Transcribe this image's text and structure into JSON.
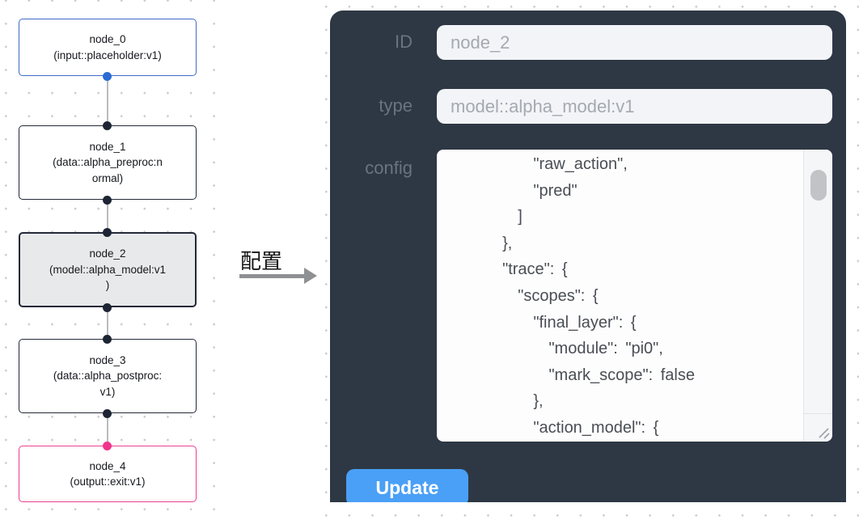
{
  "graph": {
    "nodes": [
      {
        "id": "node_0",
        "type": "input::placeholder:v1",
        "lines": [
          "node_0",
          "(input::placeholder:v1)"
        ]
      },
      {
        "id": "node_1",
        "type": "data::alpha_preproc:normal",
        "lines": [
          "node_1",
          "(data::alpha_preproc:n",
          "ormal)"
        ]
      },
      {
        "id": "node_2",
        "type": "model::alpha_model:v1",
        "lines": [
          "node_2",
          "(model::alpha_model:v1",
          ")"
        ],
        "selected": true
      },
      {
        "id": "node_3",
        "type": "data::alpha_postproc:v1",
        "lines": [
          "node_3",
          "(data::alpha_postproc:",
          "v1)"
        ]
      },
      {
        "id": "node_4",
        "type": "output::exit:v1",
        "lines": [
          "node_4",
          "(output::exit:v1)"
        ]
      }
    ]
  },
  "arrow": {
    "label": "配置"
  },
  "panel": {
    "fields": [
      {
        "label": "ID",
        "value": "node_2"
      },
      {
        "label": "type",
        "value": "model::alpha_model:v1"
      }
    ],
    "config_label": "config",
    "config_text": "      \"raw_action\",\n      \"pred\"\n    ]\n  },\n  \"trace\": {\n    \"scopes\": {\n      \"final_layer\": {\n        \"module\": \"pi0\",\n        \"mark_scope\": false\n      },\n      \"action_model\": {",
    "update_label": "Update"
  },
  "colors": {
    "panel_bg": "#2e3844",
    "node_accent_blue": "#3e6cc8",
    "node_accent_pink": "#ea3f8f",
    "port_blue": "#2b6bd3",
    "port_pink": "#f0348c",
    "selected_node_bg": "#e8e9eb",
    "button_blue": "#4aa0f6",
    "input_bg": "#f2f4f8",
    "label_gray": "#6b7380"
  }
}
